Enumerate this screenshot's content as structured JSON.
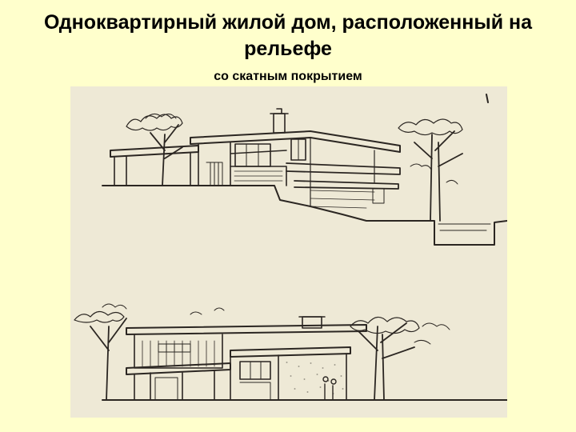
{
  "slide": {
    "title_line1": "Одноквартирный жилой дом, расположенный на",
    "title_line2": "рельефе",
    "subtitle": "со скатным покрытием"
  },
  "colors": {
    "background": "#ffffcc",
    "drawing_paper": "#eee9d6",
    "ink": "#2b2622"
  }
}
